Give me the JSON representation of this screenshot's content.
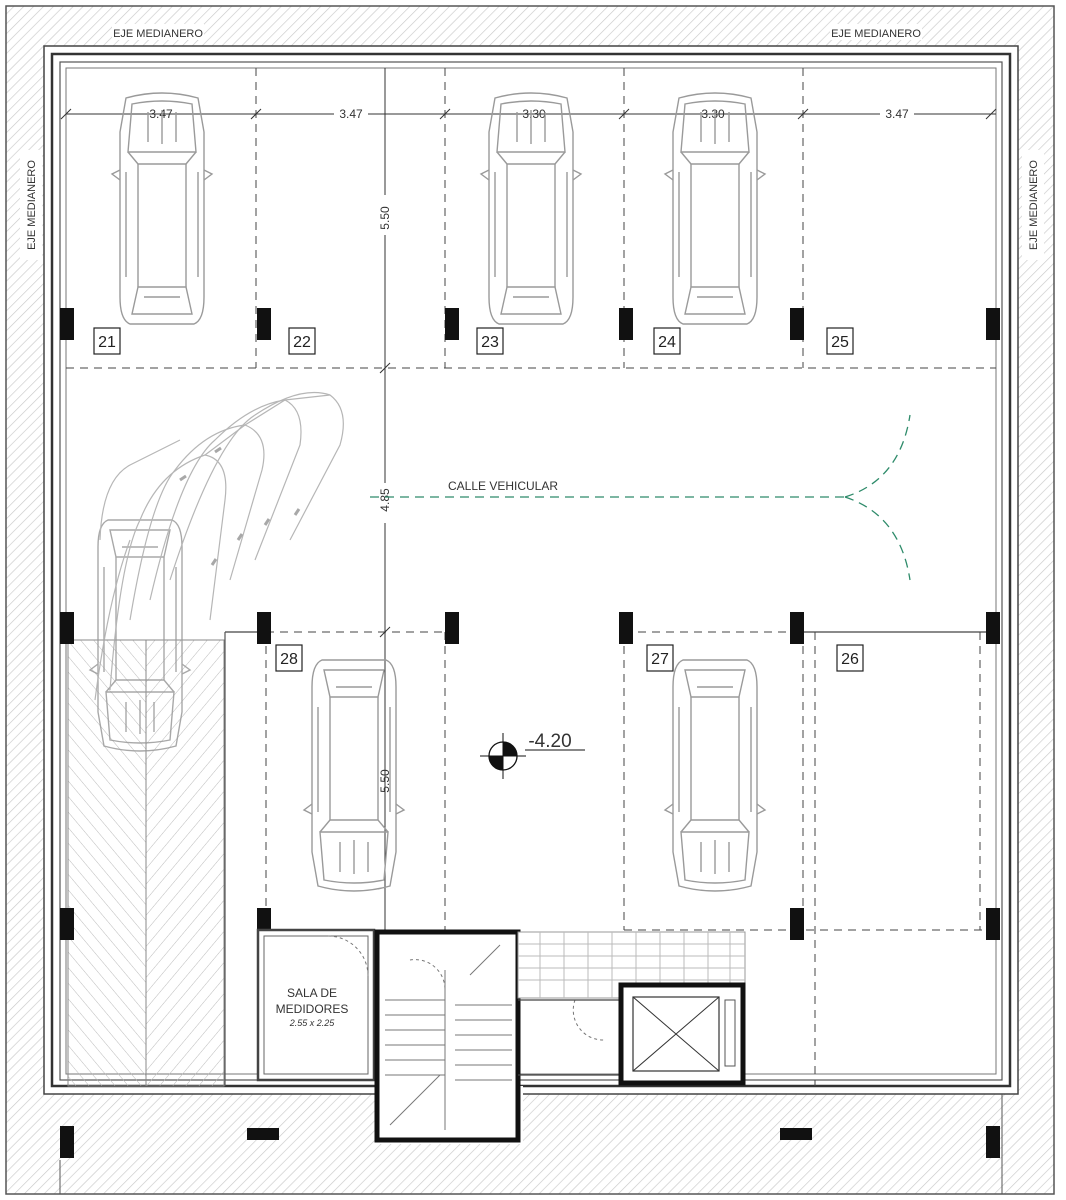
{
  "labels": {
    "party_axis_top_left": "EJE MEDIANERO",
    "party_axis_top_right": "EJE MEDIANERO",
    "party_axis_left": "EJE MEDIANERO",
    "party_axis_right": "EJE MEDIANERO",
    "street": "CALLE VEHICULAR",
    "level": "-4.20",
    "meter_room_line1": "SALA DE",
    "meter_room_line2": "MEDIDORES",
    "meter_room_size": "2.55 x 2.25"
  },
  "dimensions": {
    "bay_21": "3.47",
    "bay_22": "3.47",
    "bay_23": "3.30",
    "bay_24": "3.30",
    "bay_25": "3.47",
    "stall_depth_top": "5.50",
    "driveway_width": "4.85",
    "stall_depth_bottom": "5.50"
  },
  "parking_spaces": {
    "s21": "21",
    "s22": "22",
    "s23": "23",
    "s24": "24",
    "s25": "25",
    "s26": "26",
    "s27": "27",
    "s28": "28"
  },
  "colors": {
    "wall": "#555555",
    "hatch": "#c8c8c8",
    "car": "#9a9a9a",
    "column": "#111111",
    "flow_arrow": "#2e8b6a",
    "dashed": "#444444"
  }
}
